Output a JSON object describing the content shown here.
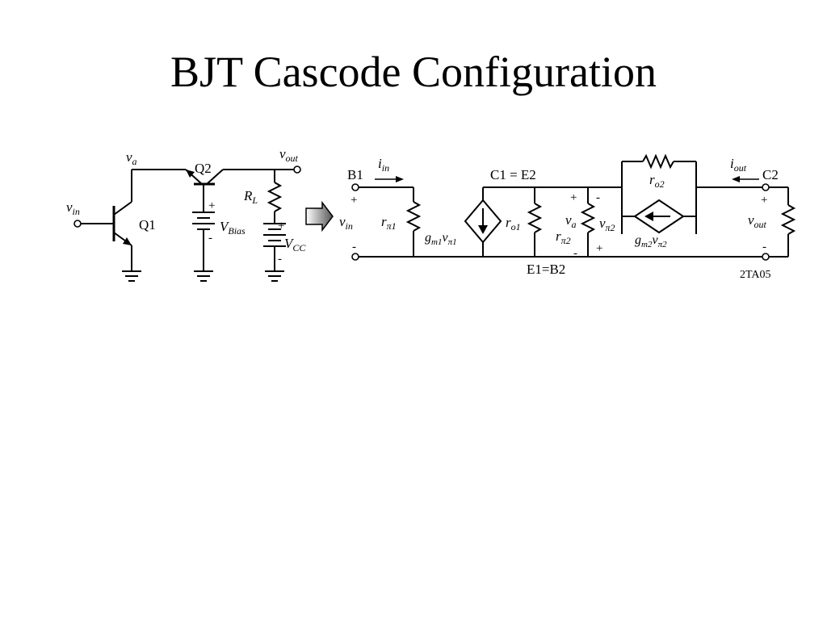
{
  "slide": {
    "title": "BJT Cascode Configuration"
  },
  "left_circuit": {
    "v_in": {
      "base": "v",
      "sub": "in"
    },
    "v_a": {
      "base": "v",
      "sub": "a"
    },
    "v_out": {
      "base": "v",
      "sub": "out"
    },
    "q1": "Q1",
    "q2": "Q2",
    "r_l": {
      "base": "R",
      "sub": "L"
    },
    "v_bias": {
      "base": "V",
      "sub": "Bias"
    },
    "v_cc": {
      "base": "V",
      "sub": "CC"
    },
    "plus": "+",
    "minus": "-"
  },
  "small_signal": {
    "b1": "B1",
    "i_in": {
      "base": "i",
      "sub": "in"
    },
    "v_in": {
      "base": "v",
      "sub": "in"
    },
    "r_pi1": {
      "base": "r",
      "sub": "π1"
    },
    "gm1v_pi1": {
      "g": "g",
      "m": "m1",
      "v": "v",
      "pi": "π1"
    },
    "c1_e2": "C1 = E2",
    "r_o1": {
      "base": "r",
      "sub": "o1"
    },
    "v_a": {
      "base": "v",
      "sub": "a"
    },
    "r_pi2": {
      "base": "r",
      "sub": "π2"
    },
    "v_pi2": {
      "base": "v",
      "sub": "π2"
    },
    "r_o2": {
      "base": "r",
      "sub": "o2"
    },
    "gm2v_pi2": {
      "g": "g",
      "m": "m2",
      "v": "v",
      "pi": "π2"
    },
    "i_out": {
      "base": "i",
      "sub": "out"
    },
    "c2": "C2",
    "v_out": {
      "base": "v",
      "sub": "out"
    },
    "e1_b2": "E1=B2",
    "ref": "2TA05",
    "plus": "+",
    "minus": "-"
  },
  "icons": {
    "arrow": "right-arrow-icon"
  }
}
